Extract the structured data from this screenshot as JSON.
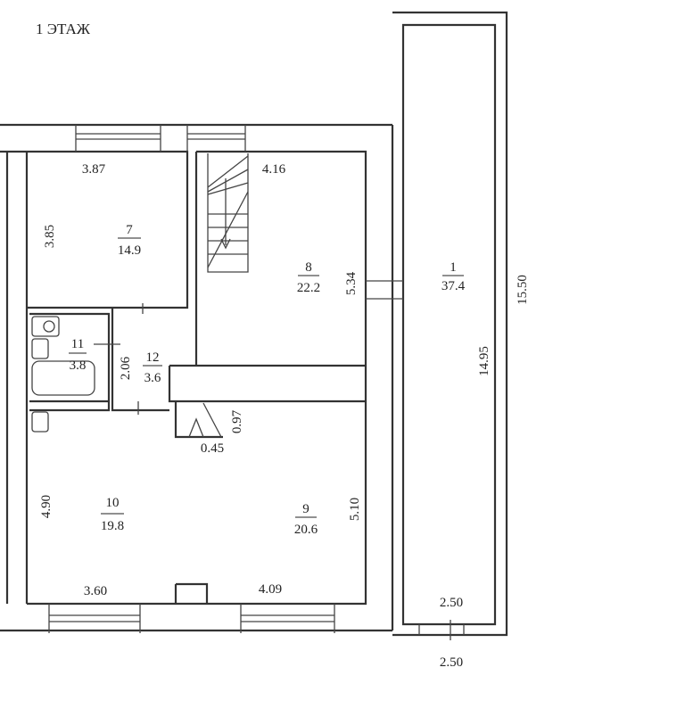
{
  "title": "1 ЭТАЖ",
  "rooms": [
    {
      "number": "1",
      "area": "37.4"
    },
    {
      "number": "7",
      "area": "14.9"
    },
    {
      "number": "8",
      "area": "22.2"
    },
    {
      "number": "9",
      "area": "20.6"
    },
    {
      "number": "10",
      "area": "19.8"
    },
    {
      "number": "11",
      "area": "3.8"
    },
    {
      "number": "12",
      "area": "3.6"
    }
  ],
  "dimensions": {
    "r7_width": "3.87",
    "r7_height": "3.85",
    "r8_width": "4.16",
    "r8_height": "5.34",
    "r12_height": "2.06",
    "niche_height": "0.97",
    "niche_width": "0.45",
    "r10_height": "4.90",
    "r10_width": "3.60",
    "r9_height": "5.10",
    "r9_width": "4.09",
    "r1_inner_length": "14.95",
    "r1_outer_length": "15.50",
    "r1_inner_width": "2.50",
    "r1_outer_width": "2.50"
  }
}
